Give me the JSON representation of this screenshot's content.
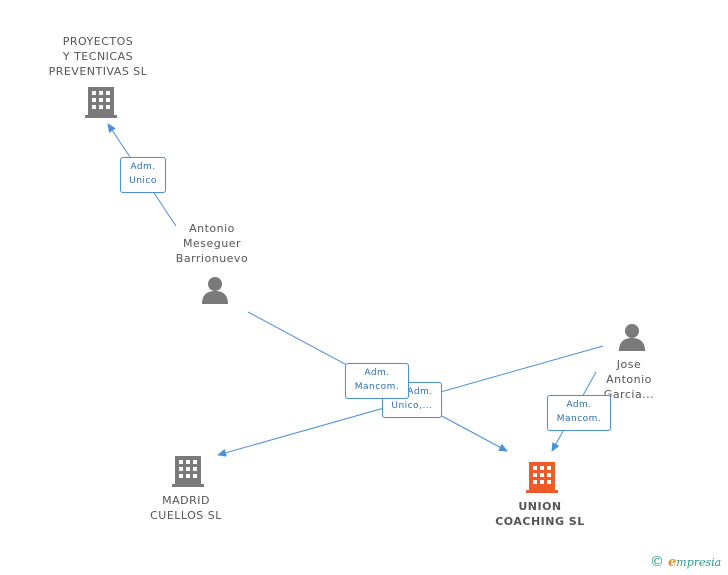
{
  "nodes": {
    "proyectos": {
      "label": "PROYECTOS\nY TECNICAS\nPREVENTIVAS SL",
      "kind": "building-icon"
    },
    "antonio": {
      "label": "Antonio\nMeseguer\nBarrionuevo",
      "kind": "person-icon"
    },
    "jose": {
      "label": "Jose\nAntonio\nGarcia...",
      "kind": "person-icon"
    },
    "madrid": {
      "label": "MADRID\nCUELLOS SL",
      "kind": "building-icon"
    },
    "union": {
      "label": "UNION\nCOACHING SL",
      "kind": "building-icon"
    }
  },
  "badges": {
    "adm_unico_top": {
      "line1": "Adm.",
      "line2": "Unico"
    },
    "adm_unico_mid": {
      "line1": "Adm.",
      "line2": "Unico,..."
    },
    "adm_mancom_mid": {
      "line1": "Adm.",
      "line2": "Mancom."
    },
    "adm_mancom_right": {
      "line1": "Adm.",
      "line2": "Mancom."
    }
  },
  "colors": {
    "edge": "#4a90d9",
    "icon_gray": "#7a7a7a",
    "focus_orange": "#f05a28"
  },
  "brand": {
    "copyright": "©",
    "initial": "e",
    "rest": "mpresia"
  }
}
